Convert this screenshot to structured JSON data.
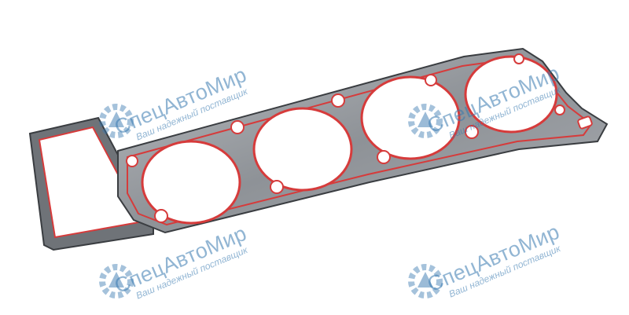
{
  "watermark": {
    "brand": "СпецАвтоМир",
    "tagline": "Ваш надежный поставщик",
    "color": "#3778af"
  },
  "product": {
    "subject": "cylinder head gasket",
    "bead_color": "#d63b3b",
    "body_color": "#9a9ea3"
  }
}
